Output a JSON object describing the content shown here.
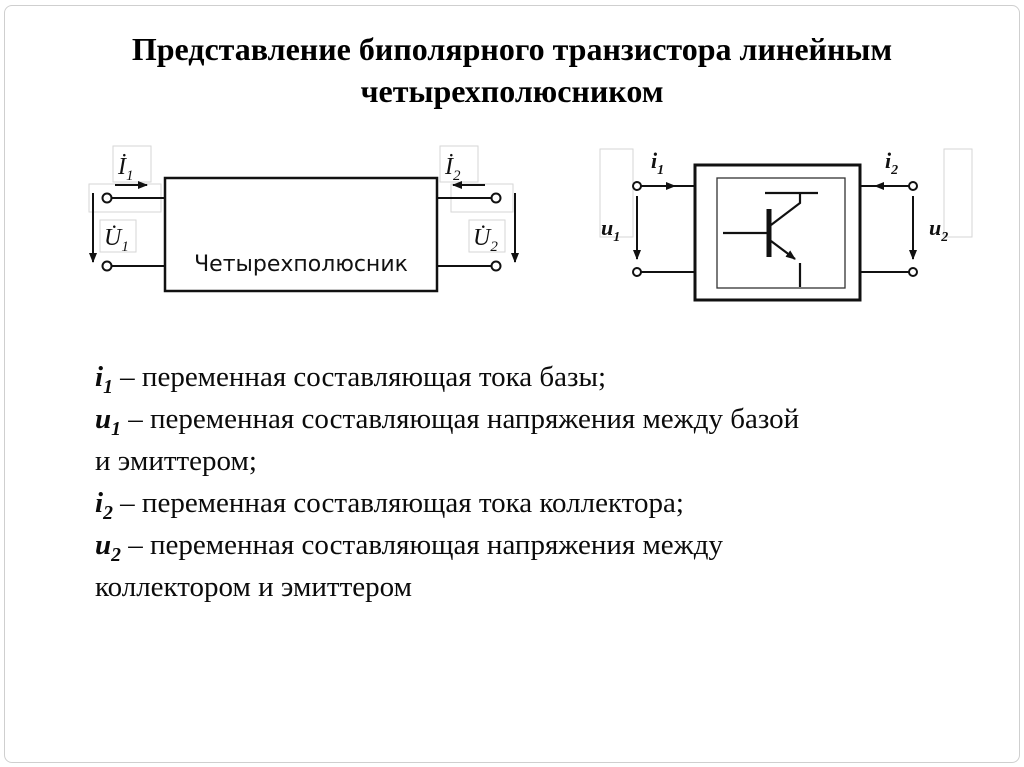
{
  "title": {
    "line1": "Представление биполярного транзистора линейным",
    "line2": "четырехполюсником"
  },
  "left_diagram": {
    "box_label": "Четырехполюсник",
    "i1": {
      "sym": "İ",
      "sub": "1"
    },
    "i2": {
      "sym": "İ",
      "sub": "2"
    },
    "u1": {
      "sym": "U̇",
      "sub": "1"
    },
    "u2": {
      "sym": "U̇",
      "sub": "2"
    }
  },
  "right_diagram": {
    "i1": {
      "sym": "i",
      "sub": "1"
    },
    "i2": {
      "sym": "i",
      "sub": "2"
    },
    "u1": {
      "sym": "u",
      "sub": "1"
    },
    "u2": {
      "sym": "u",
      "sub": "2"
    }
  },
  "definitions": [
    {
      "var": "i",
      "sub": "1",
      "text": " – переменная составляющая тока базы;"
    },
    {
      "var": "u",
      "sub": "1",
      "text": " – переменная составляющая напряжения между базой"
    },
    {
      "var": "",
      "sub": "",
      "text": "и эмиттером;"
    },
    {
      "var": "i",
      "sub": "2",
      "text": " – переменная составляющая тока коллектора;"
    },
    {
      "var": "u",
      "sub": "2",
      "text": " – переменная составляющая напряжения между"
    },
    {
      "var": "",
      "sub": "",
      "text": "коллектором и эмиттером"
    }
  ]
}
